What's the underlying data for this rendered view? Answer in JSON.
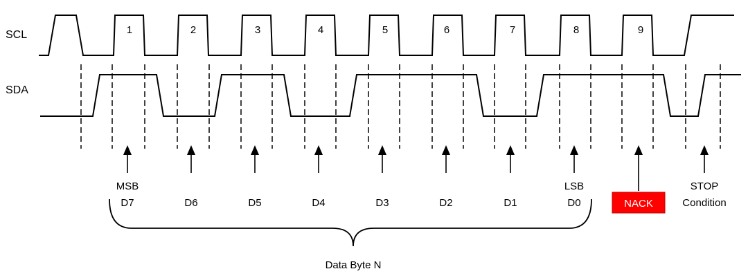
{
  "signals": {
    "scl": "SCL",
    "sda": "SDA"
  },
  "clock_numbers": [
    "1",
    "2",
    "3",
    "4",
    "5",
    "6",
    "7",
    "8",
    "9"
  ],
  "bits": [
    {
      "top": "MSB",
      "bottom": "D7"
    },
    {
      "top": "",
      "bottom": "D6"
    },
    {
      "top": "",
      "bottom": "D5"
    },
    {
      "top": "",
      "bottom": "D4"
    },
    {
      "top": "",
      "bottom": "D3"
    },
    {
      "top": "",
      "bottom": "D2"
    },
    {
      "top": "",
      "bottom": "D1"
    },
    {
      "top": "LSB",
      "bottom": "D0"
    }
  ],
  "nack": {
    "label": "NACK",
    "color": "#ff0000"
  },
  "stop": {
    "line1": "STOP",
    "line2": "Condition"
  },
  "brace_label": "Data Byte N"
}
